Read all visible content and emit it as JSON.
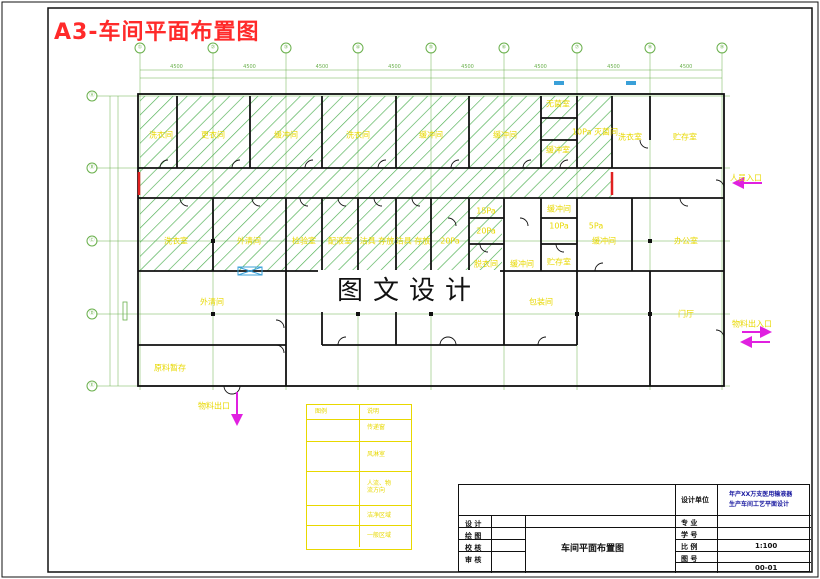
{
  "sheet": {
    "title": "A3-车间平面布置图",
    "watermark": "图文设计"
  },
  "axes": {
    "columns": [
      "①",
      "②",
      "③",
      "④",
      "⑤",
      "⑥",
      "⑦",
      "⑧",
      "⑨"
    ],
    "rows": [
      "Ⓐ",
      "Ⓑ",
      "Ⓒ",
      "Ⓓ",
      "Ⓔ"
    ],
    "column_spacing_labels": [
      "4500",
      "4500",
      "4500",
      "4500",
      "4500",
      "4500",
      "4500",
      "4500"
    ]
  },
  "rooms": {
    "r1": "洗衣间",
    "r2": "更衣间",
    "r3": "缓冲间",
    "r4": "洗衣间",
    "r5": "缓冲间",
    "r6": "缓冲间",
    "r7": "无菌室",
    "r8": "缓冲室",
    "r9": "10Pa 灭菌间",
    "r10": "洗衣室",
    "r11": "贮存室",
    "r12": "洗衣室",
    "r13": "外清间",
    "r14": "检验室",
    "r15": "配液室",
    "r16": "洁具 存放",
    "r17": "洁具 存放",
    "r18": "20Pa",
    "r19": "15Pa",
    "r20": "20Pa",
    "r21": "10Pa",
    "r22": "缓冲间",
    "r23": "5Pa",
    "r24": "缓冲间",
    "r25": "办公室",
    "r26": "外清间",
    "r27": "原料暂存",
    "r28": "包装间",
    "r29": "门厅",
    "r30": "脱衣间",
    "r31": "缓冲间",
    "r32": "贮存室"
  },
  "flow_labels": {
    "entry_right": "人员入口",
    "exit_right": "物料出入口",
    "exit_bottom": "物料出口"
  },
  "legend": {
    "header": [
      "图例",
      "说明"
    ],
    "items": [
      {
        "symbol": "pass-box",
        "text": "传递窗"
      },
      {
        "symbol": "air-shower",
        "text": "风淋室"
      },
      {
        "symbol": "flow-arrow",
        "text": "人流、物\n流方向"
      },
      {
        "symbol": "clean-hatch",
        "text": "洁净区域"
      },
      {
        "symbol": "general-area",
        "text": "一般区域"
      }
    ]
  },
  "title_block": {
    "company": "年产XX万支医用输液器\n生产车间工艺平面设计",
    "drawing_name": "车间平面布置图",
    "left_labels": [
      "设 计",
      "绘 图",
      "校 核",
      "审 核"
    ],
    "right_labels": [
      "设计单位",
      "专 业",
      "学 号",
      "比 例",
      "图 号"
    ],
    "scale": "1:100",
    "drawing_no": "00-01"
  },
  "colors": {
    "wall": "#111111",
    "axis": "#6ab04c",
    "hatch": "#4caf50",
    "label": "#e8d800",
    "arrow": "#e020e0",
    "door_red": "#e02020",
    "frame": "#111111",
    "pass_box": "#3aa0d8"
  }
}
